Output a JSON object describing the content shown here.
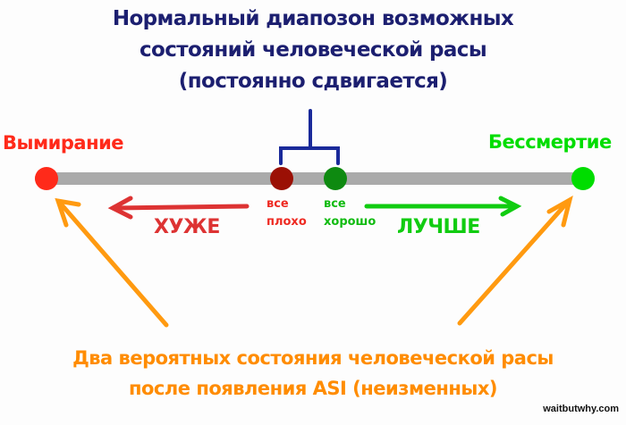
{
  "title": {
    "line1": "Нормальный диапозон возможных",
    "line2": "состояний человеческой расы",
    "line3": "(постоянно сдвигается)"
  },
  "endpoints": {
    "left": {
      "label": "Вымирание",
      "color": "#ff2a1a"
    },
    "right": {
      "label": "Бессмертие",
      "color": "#00dd00"
    }
  },
  "range_points": {
    "bad": {
      "line1": "все",
      "line2": "плохо",
      "color": "#9b1005",
      "label_color": "#ee2a22"
    },
    "good": {
      "line1": "все",
      "line2": "хорошо",
      "color": "#0e8a10",
      "label_color": "#11bb11"
    }
  },
  "directions": {
    "worse": {
      "label": "ХУЖЕ",
      "color": "#dd3333"
    },
    "better": {
      "label": "ЛУЧШЕ",
      "color": "#11cc11"
    }
  },
  "bottom": {
    "line1": "Два вероятных состояния человеческой расы",
    "line2": "после появления ASI (неизменных)",
    "color": "#ff8c00"
  },
  "colors": {
    "bracket": "#1a2a9a",
    "axis": "#aaaaaa",
    "title": "#1c1f70"
  },
  "credit": "waitbutwhy.com"
}
